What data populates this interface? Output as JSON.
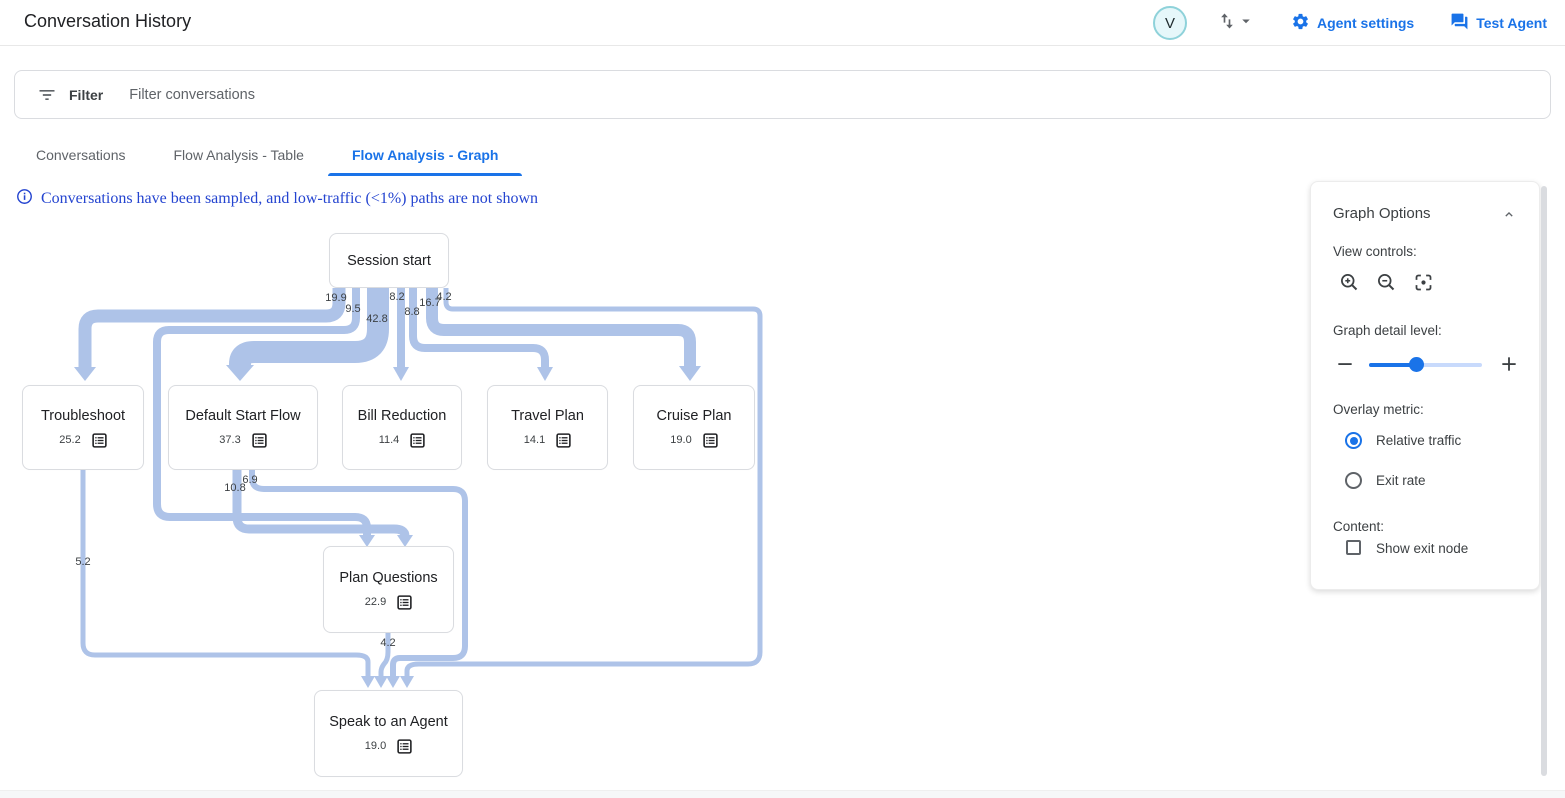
{
  "header": {
    "title": "Conversation History",
    "avatar_letter": "V",
    "agent_settings_label": "Agent settings",
    "test_agent_label": "Test Agent"
  },
  "filter": {
    "label": "Filter",
    "placeholder": "Filter conversations"
  },
  "tabs": [
    {
      "label": "Conversations",
      "active": false
    },
    {
      "label": "Flow Analysis - Table",
      "active": false
    },
    {
      "label": "Flow Analysis - Graph",
      "active": true
    }
  ],
  "notice": "Conversations have been sampled, and low-traffic (<1%) paths are not shown",
  "chart_data": {
    "type": "flow-graph",
    "edge_color": "#aec3e8",
    "nodes": [
      {
        "id": "session_start",
        "label": "Session start",
        "value": ""
      },
      {
        "id": "troubleshoot",
        "label": "Troubleshoot",
        "value": "25.2"
      },
      {
        "id": "default_start_flow",
        "label": "Default Start Flow",
        "value": "37.3"
      },
      {
        "id": "bill_reduction",
        "label": "Bill Reduction",
        "value": "11.4"
      },
      {
        "id": "travel_plan",
        "label": "Travel Plan",
        "value": "14.1"
      },
      {
        "id": "cruise_plan",
        "label": "Cruise Plan",
        "value": "19.0"
      },
      {
        "id": "plan_questions",
        "label": "Plan Questions",
        "value": "22.9"
      },
      {
        "id": "speak_to_an_agent",
        "label": "Speak to an Agent",
        "value": "19.0"
      }
    ],
    "edges": [
      {
        "from": "session_start",
        "to": "troubleshoot",
        "value": "19.9"
      },
      {
        "from": "session_start",
        "to": "plan_questions",
        "value": "9.5"
      },
      {
        "from": "session_start",
        "to": "default_start_flow",
        "value": "42.8"
      },
      {
        "from": "session_start",
        "to": "bill_reduction",
        "value": "8.2"
      },
      {
        "from": "session_start",
        "to": "travel_plan",
        "value": "8.8"
      },
      {
        "from": "session_start",
        "to": "cruise_plan",
        "value": "16.7"
      },
      {
        "from": "session_start",
        "to": "speak_to_an_agent",
        "value": "4.2"
      },
      {
        "from": "default_start_flow",
        "to": "plan_questions",
        "value": "10.8"
      },
      {
        "from": "default_start_flow",
        "to": "speak_to_an_agent",
        "value": "6.9"
      },
      {
        "from": "troubleshoot",
        "to": "speak_to_an_agent",
        "value": "5.2"
      },
      {
        "from": "plan_questions",
        "to": "speak_to_an_agent",
        "value": "4.2"
      }
    ]
  },
  "graph_options": {
    "title": "Graph Options",
    "view_controls_label": "View controls:",
    "detail_label": "Graph detail level:",
    "overlay_label": "Overlay metric:",
    "radios": [
      {
        "label": "Relative traffic",
        "selected": true
      },
      {
        "label": "Exit rate",
        "selected": false
      }
    ],
    "content_label": "Content:",
    "checkbox_label": "Show exit node",
    "checkbox_checked": false,
    "slider_percent": 41,
    "accent_color": "#1a73e8"
  }
}
